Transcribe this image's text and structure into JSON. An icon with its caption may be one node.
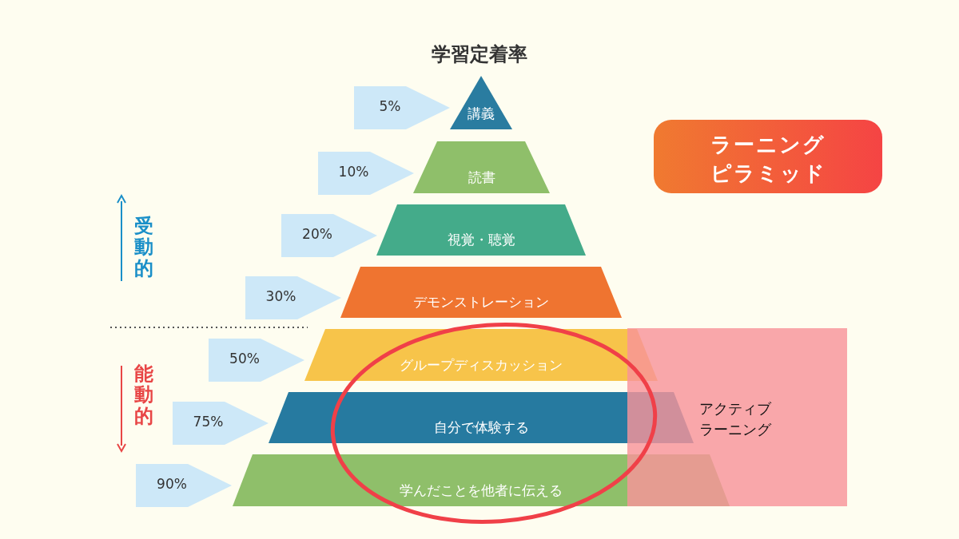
{
  "diagram": {
    "title": "学習定着率",
    "nodes": [
      {
        "text": [
          "講義"
        ]
      },
      {
        "text": [
          "読書"
        ]
      },
      {
        "text": [
          "視覚・聴覚"
        ]
      },
      {
        "text": [
          "デモンストレーション"
        ]
      },
      {
        "text": [
          "グループディスカッション"
        ]
      },
      {
        "text": [
          "自分で体験する"
        ]
      },
      {
        "text": [
          "学んだことを他者に伝える"
        ]
      },
      {
        "text": [
          "5%"
        ]
      },
      {
        "text": [
          "10%"
        ]
      },
      {
        "text": [
          "20%"
        ]
      },
      {
        "text": [
          "30%"
        ]
      },
      {
        "text": [
          "50%"
        ]
      },
      {
        "text": [
          "75%"
        ]
      },
      {
        "text": [
          "90%"
        ]
      },
      {
        "text": [
          "ラーニングピラミッド"
        ]
      },
      {
        "text": [
          "アクティブラーニング"
        ]
      }
    ],
    "edges": [],
    "labels": [
      "受動的",
      "能動的"
    ]
  }
}
